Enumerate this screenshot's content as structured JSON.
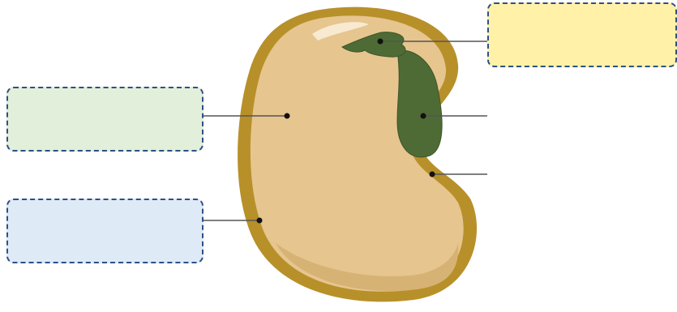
{
  "diagram": {
    "label_boxes": [
      {
        "id": "box-left-top",
        "text": "",
        "fill": "#e2efda"
      },
      {
        "id": "box-left-bottom",
        "text": "",
        "fill": "#deeaf6"
      },
      {
        "id": "box-right-top",
        "text": "",
        "fill": "#fff2a8"
      }
    ],
    "colors": {
      "seed_coat": "#b8902a",
      "seed_body": "#e6c58f",
      "seed_shade": "#d6b374",
      "embryo": "#4e6b35",
      "leader_line": "#555555",
      "box_border": "#2f4f86"
    }
  }
}
